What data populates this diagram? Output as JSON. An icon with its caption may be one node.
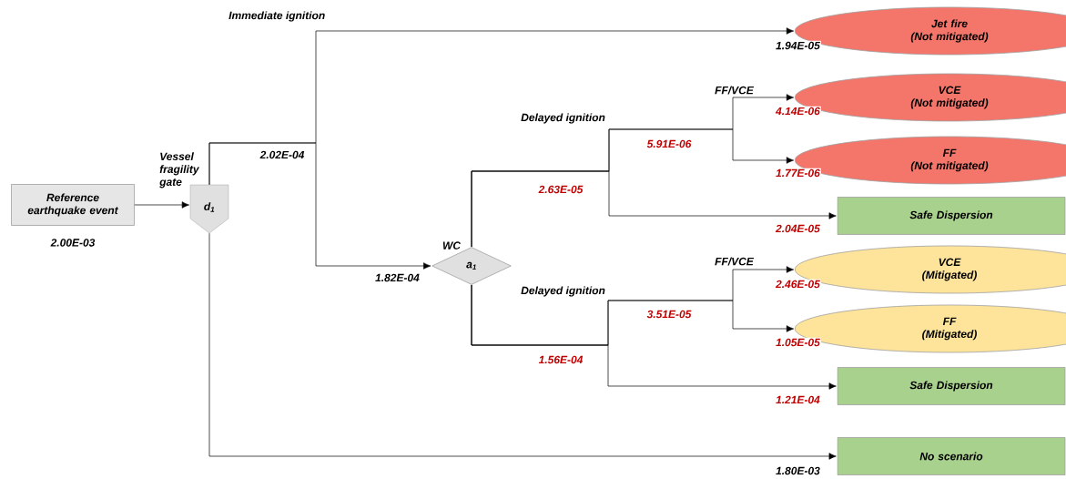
{
  "diagram": {
    "nodes": [
      {
        "text": [
          "Reference earthquake event"
        ],
        "beside": [
          "2.00E-03"
        ]
      },
      {
        "text": [
          "d$_{1}$"
        ],
        "beside": [
          "Vessel fragility gate"
        ]
      },
      {
        "text": [
          "a$_{1}$"
        ],
        "beside": [
          "WC"
        ]
      },
      {
        "text": [
          "Jet fire",
          "(Not mitigated)"
        ]
      },
      {
        "text": [
          "VCE",
          "(Not mitigated)"
        ]
      },
      {
        "text": [
          "FF",
          "(Not mitigated)"
        ]
      },
      {
        "text": [
          "Safe Dispersion"
        ]
      },
      {
        "text": [
          "VCE",
          "(Mitigated)"
        ]
      },
      {
        "text": [
          "FF",
          "(Mitigated)"
        ]
      },
      {
        "text": [
          "Safe Dispersion"
        ]
      },
      {
        "text": [
          "No scenario"
        ]
      }
    ],
    "edges": [
      {
        "from": 0,
        "to": 1,
        "arrow": "to"
      },
      {
        "from": 1,
        "to": 3,
        "arrow": "to",
        "label": "1.94E-05"
      },
      {
        "from": 1,
        "to": 2,
        "arrow": "to",
        "label": "1.82E-04"
      },
      {
        "from": 2,
        "to": 4,
        "arrow": "to",
        "label": "4.14E-06"
      },
      {
        "from": 2,
        "to": 5,
        "arrow": "to",
        "label": "1.77E-06"
      },
      {
        "from": 2,
        "to": 6,
        "arrow": "to",
        "label": "2.04E-05"
      },
      {
        "from": 2,
        "to": 7,
        "arrow": "to",
        "label": "2.46E-05"
      },
      {
        "from": 2,
        "to": 8,
        "arrow": "to",
        "label": "1.05E-05"
      },
      {
        "from": 2,
        "to": 9,
        "arrow": "to",
        "label": "1.21E-04"
      },
      {
        "from": 1,
        "to": 10,
        "arrow": "to",
        "label": "1.80E-03"
      }
    ],
    "labels": [
      "Immediate ignition",
      "FF/VCE",
      "Delayed ignition",
      "5.91E-06",
      "2.02E-04",
      "2.63E-05",
      "FF/VCE",
      "Delayed ignition",
      "3.51E-05",
      "1.56E-04"
    ]
  }
}
